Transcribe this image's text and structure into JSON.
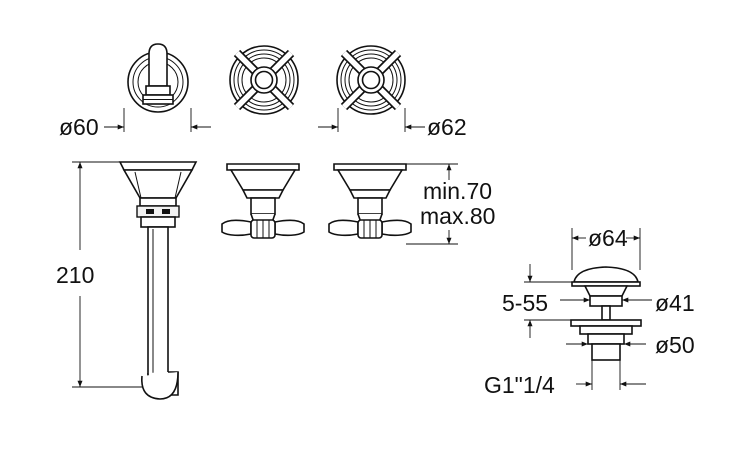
{
  "labels": {
    "spout_rose_diameter": "ø60",
    "handle_rose_diameter": "ø62",
    "spout_height": "210",
    "handle_projection_min": "min.70",
    "handle_projection_max": "max.80",
    "drain_cap_diameter": "ø64",
    "drain_adjust_range": "5-55",
    "drain_body_diameter": "ø41",
    "drain_flange_diameter": "ø50",
    "drain_thread": "G1\"1/4"
  },
  "icons": [
    "spout-front-view-icon",
    "cross-handle-front-view-icon",
    "spout-side-view-icon",
    "cross-handle-side-view-icon",
    "drain-waste-icon"
  ]
}
